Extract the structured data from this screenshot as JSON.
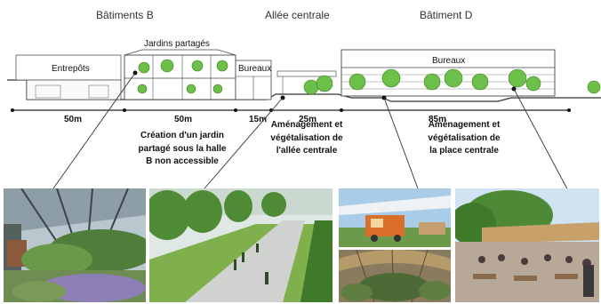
{
  "headers": {
    "batiments_b": "Bâtiments B",
    "allee_centrale": "Allée centrale",
    "batiment_d": "Bâtiment D"
  },
  "section": {
    "jardins_partages": "Jardins partagés",
    "entrepots": "Entrepôts",
    "bureaux_small": "Bureaux",
    "bureaux_large": "Bureaux"
  },
  "dimensions": [
    "50m",
    "50m",
    "15m",
    "25m",
    "85m"
  ],
  "captions": {
    "jardin": [
      "Création d'un jardin",
      "partagé sous la halle",
      "B non accessible"
    ],
    "allee": [
      "Aménagement et",
      "végétalisation de",
      "l'allée centrale"
    ],
    "place": [
      "Aménagement et",
      "végétalisation de",
      "la place centrale"
    ]
  },
  "colors": {
    "line": "#333333",
    "tree_fill": "#6cc04a",
    "sky": "#cfe3f2",
    "grass": "#5e9a3a"
  }
}
